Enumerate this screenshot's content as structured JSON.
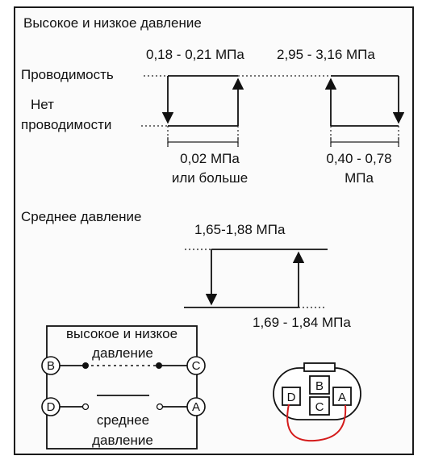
{
  "high_low": {
    "title": "Высокое и низкое давление",
    "pressure_off_label": "0,18 - 0,21 МПа",
    "pressure_on_label": "2,95 - 3,16 МПа",
    "conductive_label": "Проводимость",
    "no_conductive_line1": "Нет",
    "no_conductive_line2": "проводимости",
    "hysteresis_low_line1": "0,02 МПа",
    "hysteresis_low_line2": "или больше",
    "hysteresis_high_line1": "0,40 - 0,78",
    "hysteresis_high_line2": "МПа"
  },
  "medium": {
    "title": "Среднее давление",
    "pressure_on_label": "1,65-1,88 МПа",
    "pressure_off_label": "1,69 - 1,84 МПа"
  },
  "schematic": {
    "high_low_line1": "высокое и низкое",
    "high_low_line2": "давление",
    "medium_line1": "среднее",
    "medium_line2": "давление",
    "terminals": [
      "B",
      "C",
      "D",
      "A"
    ]
  },
  "connector": {
    "pins": [
      "B",
      "C",
      "D",
      "A"
    ],
    "jumper_color": "#d41a1a"
  }
}
